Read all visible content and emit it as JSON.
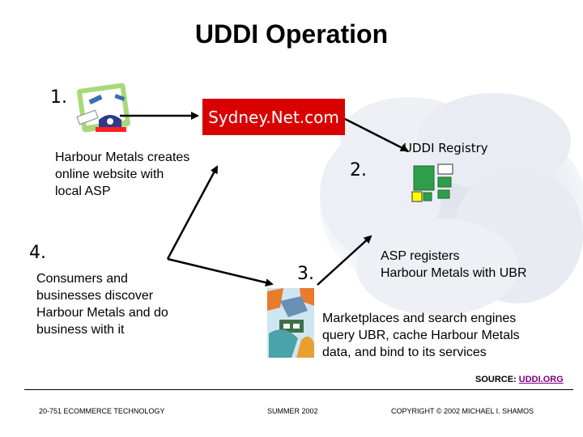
{
  "title": "UDDI Operation",
  "steps": {
    "step1_number": "1.",
    "step1_text": [
      "Harbour Metals creates",
      "online website with",
      "local ASP"
    ],
    "step2_number": "2.",
    "step2_text": [
      "ASP registers",
      "Harbour Metals with UBR"
    ],
    "step3_number": "3.",
    "step3_text": [
      "Marketplaces and search engines",
      "query UBR, cache Harbour Metals",
      "data, and bind to its services"
    ],
    "step4_number": "4.",
    "step4_text": [
      "Consumers and",
      "businesses discover",
      "Harbour Metals and do",
      "business with it"
    ]
  },
  "sydney_label": "Sydney.Net.com",
  "registry_label": "UDDI Registry",
  "source": {
    "prefix": "SOURCE: ",
    "link": "UDDI.ORG"
  },
  "footer": {
    "left": "20-751 ECOMMERCE TECHNOLOGY",
    "center": "SUMMER 2002",
    "right": "COPYRIGHT © 2002 MICHAEL I. SHAMOS"
  },
  "colors": {
    "sydney_bg": "#d90000",
    "registry_green": "#2e9e4a",
    "registry_yellow": "#ffff00",
    "cloud": "#e6eaf2"
  }
}
